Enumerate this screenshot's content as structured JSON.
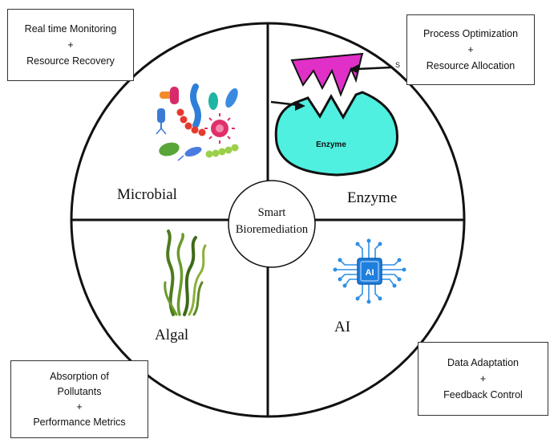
{
  "center": {
    "line1": "Smart",
    "line2": "Bioremediation"
  },
  "quadrants": {
    "top_left": {
      "label": "Microbial"
    },
    "top_right": {
      "label": "Enzyme",
      "enzyme_text": "Enzyme",
      "arrow_label": "S"
    },
    "bottom_left": {
      "label": "Algal"
    },
    "bottom_right": {
      "label": "AI",
      "chip_text": "AI"
    }
  },
  "boxes": {
    "top_left": {
      "line1": "Real time Monitoring",
      "line2": "+",
      "line3": "Resource Recovery"
    },
    "top_right": {
      "line1": "Process Optimization",
      "line2": "+",
      "line3": "Resource Allocation"
    },
    "bottom_left": {
      "line1": "Absorption of",
      "line2": "Pollutants",
      "line3": "+",
      "line4": "Performance Metrics"
    },
    "bottom_right": {
      "line1": "Data Adaptation",
      "line2": "+",
      "line3": "Feedback Control"
    }
  },
  "colors": {
    "enzyme_body": "#4ff0e0",
    "substrate": "#e030c8",
    "circuit": "#2e8fe6",
    "algae": "#4f7a1e"
  }
}
